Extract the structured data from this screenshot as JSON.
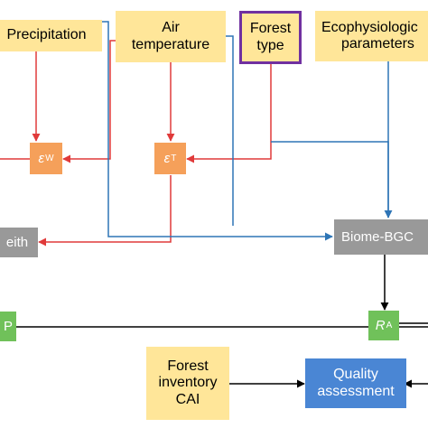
{
  "nodes": {
    "precipitation": {
      "label": "Precipitation"
    },
    "air_temperature": {
      "line1": "Air",
      "line2": "temperature"
    },
    "forest_type": {
      "line1": "Forest",
      "line2": "type"
    },
    "ecophys": {
      "line1": "Ecophysiologic",
      "line2": "parameters"
    },
    "eps_w": {
      "symbol": "ε",
      "sub": "W"
    },
    "eps_t": {
      "symbol": "ε",
      "sub": "T"
    },
    "penman": {
      "label": "eith"
    },
    "biome_bgc": {
      "label": "Biome-BGC"
    },
    "ra": {
      "symbol": "R",
      "sub": "A"
    },
    "p_node": {
      "label": "P"
    },
    "inventory": {
      "line1": "Forest",
      "line2": "inventory",
      "line3": "CAI"
    },
    "quality": {
      "line1": "Quality",
      "line2": "assessment"
    }
  },
  "colors": {
    "input_box": "#ffe699",
    "forest_type_border": "#7030a0",
    "modifier_box": "#f5a05a",
    "model_box": "#999999",
    "output_box": "#70c15a",
    "assessment_box": "#4a86d4",
    "red_arrow": "#e03a3a",
    "blue_arrow": "#2e75b6",
    "black_arrow": "#000000"
  }
}
